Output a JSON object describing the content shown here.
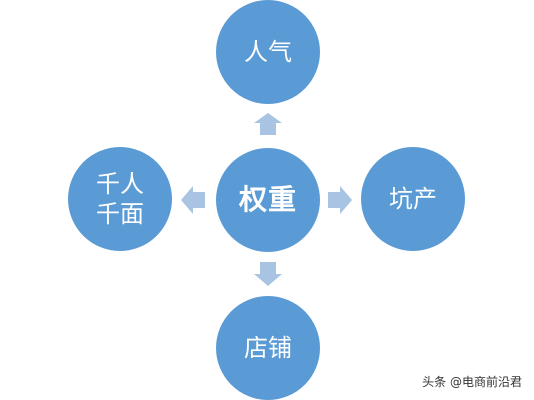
{
  "diagram": {
    "center": {
      "label": "权重"
    },
    "top": {
      "label": "人气"
    },
    "right": {
      "label": "坑产"
    },
    "bottom": {
      "label": "店铺"
    },
    "left": {
      "label_line1": "千人",
      "label_line2": "千面"
    }
  },
  "colors": {
    "node_fill": "#5b9bd5",
    "arrow_fill": "#a9c3e3",
    "text": "#ffffff"
  },
  "watermark": {
    "text": "头条 @电商前沿君"
  }
}
